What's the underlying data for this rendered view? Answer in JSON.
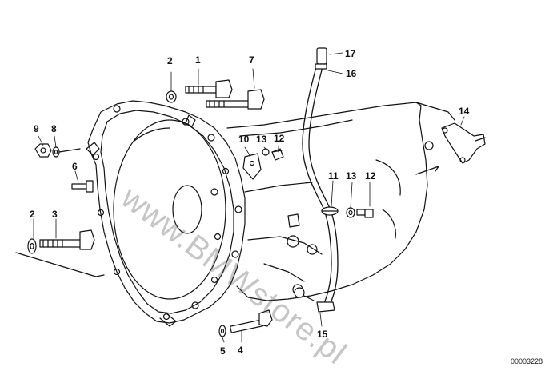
{
  "diagram": {
    "reference_code": "00003228",
    "watermark_text": "www.BMWstore.pl",
    "line_color": "#111111",
    "background_color": "#ffffff",
    "callouts": {
      "c1": "1",
      "c2_top": "2",
      "c7": "7",
      "c9": "9",
      "c8": "8",
      "c6": "6",
      "c2_left": "2",
      "c3": "3",
      "c10": "10",
      "c13_top": "13",
      "c12_top": "12",
      "c11": "11",
      "c13_mid": "13",
      "c12_mid": "12",
      "c17": "17",
      "c16": "16",
      "c14": "14",
      "c15": "15",
      "c5": "5",
      "c4": "4"
    }
  }
}
